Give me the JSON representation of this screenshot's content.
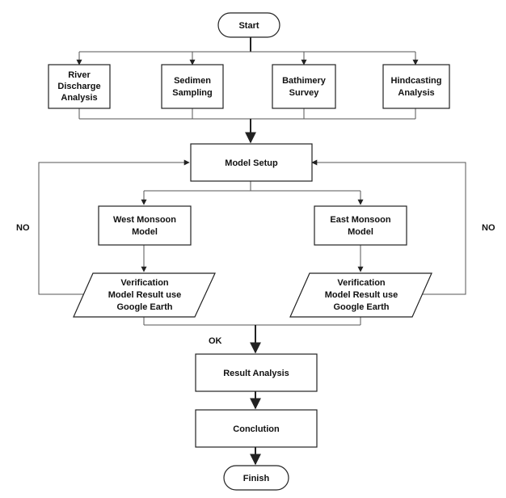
{
  "nodes": {
    "start": "Start",
    "river": [
      "River",
      "Discharge",
      "Analysis"
    ],
    "sedimen": [
      "Sedimen",
      "Sampling"
    ],
    "bathimery": [
      "Bathimery",
      "Survey"
    ],
    "hindcasting": [
      "Hindcasting",
      "Analysis"
    ],
    "model_setup": "Model Setup",
    "west_monsoon": [
      "West Monsoon",
      "Model"
    ],
    "east_monsoon": [
      "East Monsoon",
      "Model"
    ],
    "verification_west": [
      "Verification",
      "Model Result use",
      "Google Earth"
    ],
    "verification_east": [
      "Verification",
      "Model Result use",
      "Google Earth"
    ],
    "result_analysis": "Result Analysis",
    "conclution": "Conclution",
    "finish": "Finish"
  },
  "edge_labels": {
    "no_left": "NO",
    "no_right": "NO",
    "ok": "OK"
  }
}
